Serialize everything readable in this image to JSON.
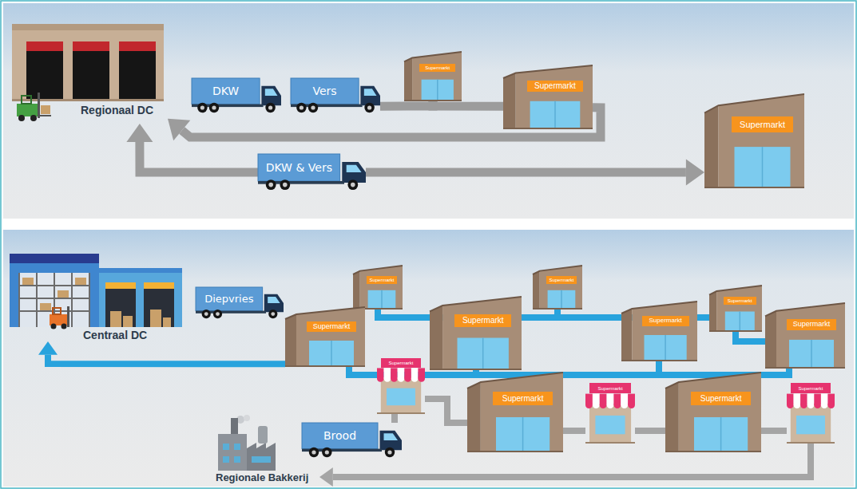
{
  "diagram": {
    "nodes": [
      {
        "text": [
          "Regionaal DC"
        ]
      },
      {
        "text": [
          "DKW"
        ]
      },
      {
        "text": [
          "Vers"
        ]
      },
      {
        "text": [
          "Supermarkt"
        ]
      },
      {
        "text": [
          "Supermarkt"
        ]
      },
      {
        "text": [
          "Supermarkt"
        ]
      },
      {
        "text": [
          "DKW & Vers"
        ]
      },
      {
        "text": [
          "Centraal DC"
        ]
      },
      {
        "text": [
          "Diepvries"
        ]
      },
      {
        "text": [
          "Supermarkt"
        ]
      },
      {
        "text": [
          "Supermarkt"
        ]
      },
      {
        "text": [
          "Supermarkt"
        ]
      },
      {
        "text": [
          "Supermarkt"
        ]
      },
      {
        "text": [
          "Supermarkt"
        ]
      },
      {
        "text": [
          "Supermarkt"
        ]
      },
      {
        "text": [
          "Supermarkt"
        ]
      },
      {
        "text": [
          "Supermarkt"
        ]
      },
      {
        "text": [
          "Supermarkt"
        ]
      },
      {
        "text": [
          "Supermarkt"
        ]
      },
      {
        "text": [
          "Supermarkt"
        ]
      },
      {
        "text": [
          "Supermarkt"
        ]
      },
      {
        "text": [
          "Regionale Bakkerij"
        ]
      },
      {
        "text": [
          "Brood"
        ]
      }
    ],
    "edges": [
      {
        "from": 2,
        "to": 3,
        "arrow": "none"
      },
      {
        "from": 3,
        "to": 4,
        "arrow": "none"
      },
      {
        "from": 4,
        "to": 0,
        "arrow": "to"
      },
      {
        "from": 6,
        "to": 5,
        "arrow": "to"
      },
      {
        "from": 6,
        "to": 0,
        "arrow": "to"
      },
      {
        "from": 9,
        "to": 10,
        "arrow": "none"
      },
      {
        "from": 10,
        "to": 14,
        "arrow": "none"
      },
      {
        "from": 14,
        "to": 15,
        "arrow": "none"
      },
      {
        "from": 15,
        "to": 13,
        "arrow": "none"
      },
      {
        "from": 13,
        "to": 12,
        "arrow": "none"
      },
      {
        "from": 12,
        "to": 11,
        "arrow": "none"
      },
      {
        "from": 11,
        "to": 7,
        "arrow": "to"
      },
      {
        "from": 22,
        "to": 16,
        "arrow": "none"
      },
      {
        "from": 16,
        "to": 17,
        "arrow": "none"
      },
      {
        "from": 17,
        "to": 18,
        "arrow": "none"
      },
      {
        "from": 18,
        "to": 19,
        "arrow": "none"
      },
      {
        "from": 19,
        "to": 20,
        "arrow": "none"
      },
      {
        "from": 20,
        "to": 21,
        "arrow": "to"
      }
    ]
  }
}
